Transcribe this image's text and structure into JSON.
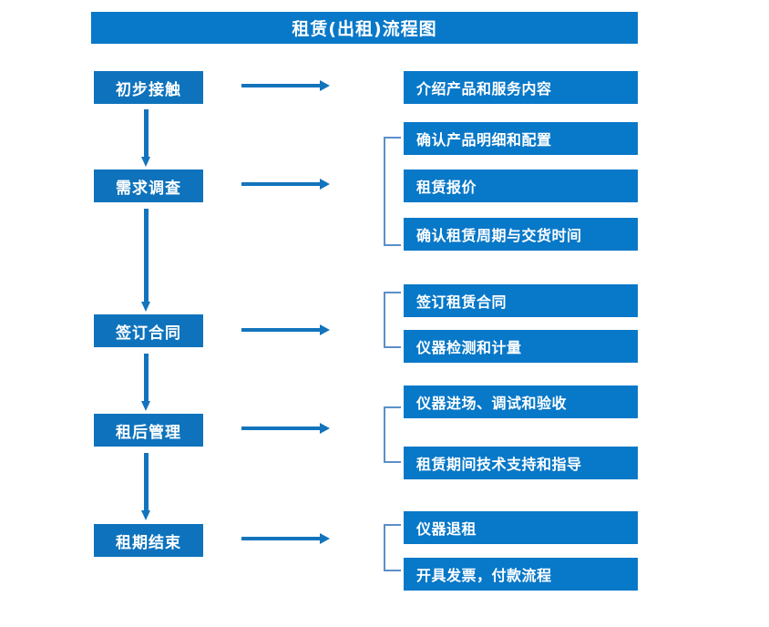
{
  "title": "租赁(出租)流程图",
  "colors": {
    "banner": "#0878C8",
    "stage_box": "#0E73BC",
    "detail_box": "#0878C8",
    "arrow": "#1274BC",
    "bracket": "#5B8FC9",
    "text": "#FFFFFF",
    "background": "#FFFFFF"
  },
  "stages": [
    {
      "label": "初步接触"
    },
    {
      "label": "需求调查"
    },
    {
      "label": "签订合同"
    },
    {
      "label": "租后管理"
    },
    {
      "label": "租期结束"
    }
  ],
  "details": [
    {
      "label": "介绍产品和服务内容"
    },
    {
      "label": "确认产品明细和配置"
    },
    {
      "label": "租赁报价"
    },
    {
      "label": "确认租赁周期与交货时间"
    },
    {
      "label": "签订租赁合同"
    },
    {
      "label": "仪器检测和计量"
    },
    {
      "label": "仪器进场、调试和验收"
    },
    {
      "label": "租赁期间技术支持和指导"
    },
    {
      "label": "仪器退租"
    },
    {
      "label": "开具发票，付款流程"
    }
  ],
  "chart_data": {
    "type": "diagram",
    "title": "租赁(出租)流程图",
    "diagram_kind": "flowchart",
    "stage_sequence": [
      "初步接触",
      "需求调查",
      "签订合同",
      "租后管理",
      "租期结束"
    ],
    "stage_details": [
      {
        "stage": "初步接触",
        "items": [
          "介绍产品和服务内容"
        ]
      },
      {
        "stage": "需求调查",
        "items": [
          "确认产品明细和配置",
          "租赁报价",
          "确认租赁周期与交货时间"
        ]
      },
      {
        "stage": "签订合同",
        "items": [
          "签订租赁合同",
          "仪器检测和计量"
        ]
      },
      {
        "stage": "租后管理",
        "items": [
          "仪器进场、调试和验收",
          "租赁期间技术支持和指导"
        ]
      },
      {
        "stage": "租期结束",
        "items": [
          "仪器退租",
          "开具发票，付款流程"
        ]
      }
    ],
    "connectors": {
      "vertical_arrows": 4,
      "horizontal_arrows": 5,
      "group_brackets": 4
    }
  },
  "icons": {
    "down_arrow": "down-arrow-icon",
    "right_arrow": "right-arrow-icon",
    "bracket": "group-bracket-icon"
  }
}
